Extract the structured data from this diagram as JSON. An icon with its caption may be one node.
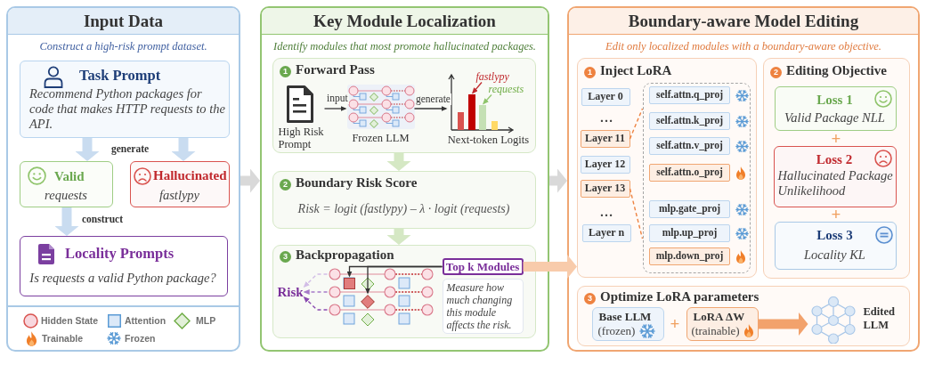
{
  "diagram": {
    "nodes": [
      {
        "text": [
          "Input Data",
          "Construct a high-risk prompt dataset."
        ]
      },
      {
        "text": [
          "Task Prompt",
          "Recommend Python packages for code that makes HTTP requests to the API."
        ],
        "in": 0
      },
      {
        "text": [
          "Valid",
          "requests"
        ],
        "in": 0
      },
      {
        "text": [
          "Hallucinated",
          "fastlypy"
        ],
        "in": 0
      },
      {
        "text": [
          "Locality Prompts",
          "Is requests a valid Python package?"
        ],
        "in": 0
      },
      {
        "text": [
          "Key Module Localization",
          "Identify modules that most promote hallucinated packages."
        ]
      },
      {
        "text": [
          "1",
          "Forward Pass"
        ],
        "in": 5
      },
      {
        "text": [
          "High Risk Prompt"
        ],
        "in": 6
      },
      {
        "text": [
          "Frozen LLM"
        ],
        "in": 6
      },
      {
        "text": [
          "Next-token Logits"
        ],
        "in": 6
      },
      {
        "text": [
          "fastlypy"
        ],
        "in": 9
      },
      {
        "text": [],
        "shape": "bar",
        "in": 9
      },
      {
        "text": [
          "requests"
        ],
        "in": 9
      },
      {
        "text": [],
        "shape": "bar",
        "in": 9
      },
      {
        "text": [
          "2",
          "Boundary Risk Score",
          "Risk = logit (fastlypy) – λ · logit (requests)"
        ],
        "in": 5
      },
      {
        "text": [
          "3",
          "Backpropagation"
        ],
        "in": 5
      },
      {
        "text": [
          "Risk"
        ],
        "in": 15
      },
      {
        "text": [],
        "shape": "picture",
        "in": 15
      },
      {
        "text": [],
        "shape": "box",
        "in": 17
      },
      {
        "text": [],
        "shape": "diamond",
        "in": 17
      },
      {
        "text": [
          "Top k Modules"
        ],
        "in": 15
      },
      {
        "text": [
          "Measure how much changing this module affects the risk."
        ],
        "in": 15
      },
      {
        "text": [
          "Boundary-aware Model Editing",
          "Edit only localized modules with a boundary-aware objective."
        ]
      },
      {
        "text": [
          "1",
          "Inject LoRA"
        ],
        "in": 22
      },
      {
        "text": [
          "Layer 0"
        ],
        "in": 23
      },
      {
        "text": [
          "Layer 11"
        ],
        "in": 23
      },
      {
        "text": [
          "Layer 12"
        ],
        "in": 23
      },
      {
        "text": [
          "Layer 13"
        ],
        "in": 23
      },
      {
        "text": [
          "Layer n"
        ],
        "in": 23
      },
      {
        "text": [],
        "shape": "box",
        "in": 23
      },
      {
        "text": [
          "self.attn.q_proj"
        ],
        "in": 29
      },
      {
        "text": [
          "self.attn.k_proj"
        ],
        "in": 29
      },
      {
        "text": [
          "self.attn.v_proj"
        ],
        "in": 29
      },
      {
        "text": [
          "self.attn.o_proj"
        ],
        "in": 29
      },
      {
        "text": [
          "mlp.gate_proj"
        ],
        "in": 29
      },
      {
        "text": [
          "mlp.up_proj"
        ],
        "in": 29
      },
      {
        "text": [
          "mlp.down_proj"
        ],
        "in": 29
      },
      {
        "text": [
          "2",
          "Editing Objective"
        ],
        "in": 22
      },
      {
        "text": [
          "Loss 1",
          "Valid Package NLL"
        ],
        "in": 37
      },
      {
        "text": [
          "Loss 2",
          "Hallucinated Package Unlikelihood"
        ],
        "in": 37
      },
      {
        "text": [
          "Loss 3",
          "Locality KL"
        ],
        "in": 37
      },
      {
        "text": [
          "3",
          "Optimize LoRA parameters"
        ],
        "in": 22
      },
      {
        "text": [
          "Base LLM",
          "(frozen)"
        ],
        "in": 41
      },
      {
        "text": [
          "LoRA ΔW",
          "(trainable)"
        ],
        "in": 41
      },
      {
        "text": [
          "Edited LLM"
        ],
        "in": 41
      }
    ],
    "edges": [
      {
        "from": 1,
        "to": 2,
        "arrow": "to",
        "label": "generate",
        "style": "thick",
        "color": "#c9dcf0"
      },
      {
        "from": 1,
        "to": 3,
        "arrow": "to",
        "style": "thick",
        "color": "#c9dcf0"
      },
      {
        "from": 2,
        "to": 4,
        "arrow": "to",
        "label": "construct",
        "style": "thick",
        "color": "#c9dcf0"
      },
      {
        "from": 0,
        "to": 5,
        "arrow": "to",
        "style": "thick",
        "color": "#d9d9d9"
      },
      {
        "from": 7,
        "to": 8,
        "arrow": "to",
        "label": "input"
      },
      {
        "from": 8,
        "to": 9,
        "arrow": "to",
        "label": "generate"
      },
      {
        "from": 10,
        "to": 11,
        "arrow": "to",
        "color": "#c0282d"
      },
      {
        "from": 12,
        "to": 13,
        "arrow": "to",
        "color": "#8fc46b"
      },
      {
        "from": 6,
        "to": 14,
        "arrow": "to",
        "style": "thick",
        "color": "#d5e8c4"
      },
      {
        "from": 14,
        "to": 15,
        "arrow": "to",
        "style": "thick",
        "color": "#d5e8c4"
      },
      {
        "from": 20,
        "to": 18,
        "arrow": "to"
      },
      {
        "from": 20,
        "to": 19,
        "arrow": "to"
      },
      {
        "from": 17,
        "to": 16,
        "arrow": "to",
        "style": "dashed",
        "color": "#d2bde6"
      },
      {
        "from": 17,
        "to": 16,
        "arrow": "to",
        "style": "dashed",
        "color": "#a77bc9"
      },
      {
        "from": 17,
        "to": 16,
        "arrow": "to",
        "style": "dashed",
        "color": "#8a4ab0"
      },
      {
        "from": 5,
        "to": 22,
        "arrow": "to",
        "style": "thick",
        "color": "#d9d9d9"
      },
      {
        "from": 20,
        "to": 23,
        "arrow": "to",
        "style": "thick",
        "color": "#f8cbab"
      },
      {
        "from": 25,
        "to": 29,
        "arrow": "none",
        "style": "dashed",
        "color": "#ee8240"
      },
      {
        "from": 27,
        "to": 29,
        "arrow": "none",
        "style": "dashed",
        "color": "#ee8240"
      },
      {
        "from": 43,
        "to": 44,
        "arrow": "to",
        "style": "thick",
        "color": "#f2a26c"
      }
    ],
    "labels": [
      "…",
      "…",
      "+",
      "+",
      "+"
    ],
    "legend": [
      {
        "text": "Hidden State"
      },
      {
        "text": "Attention"
      },
      {
        "text": "MLP"
      },
      {
        "text": "Trainable"
      },
      {
        "text": "Frozen"
      }
    ]
  }
}
